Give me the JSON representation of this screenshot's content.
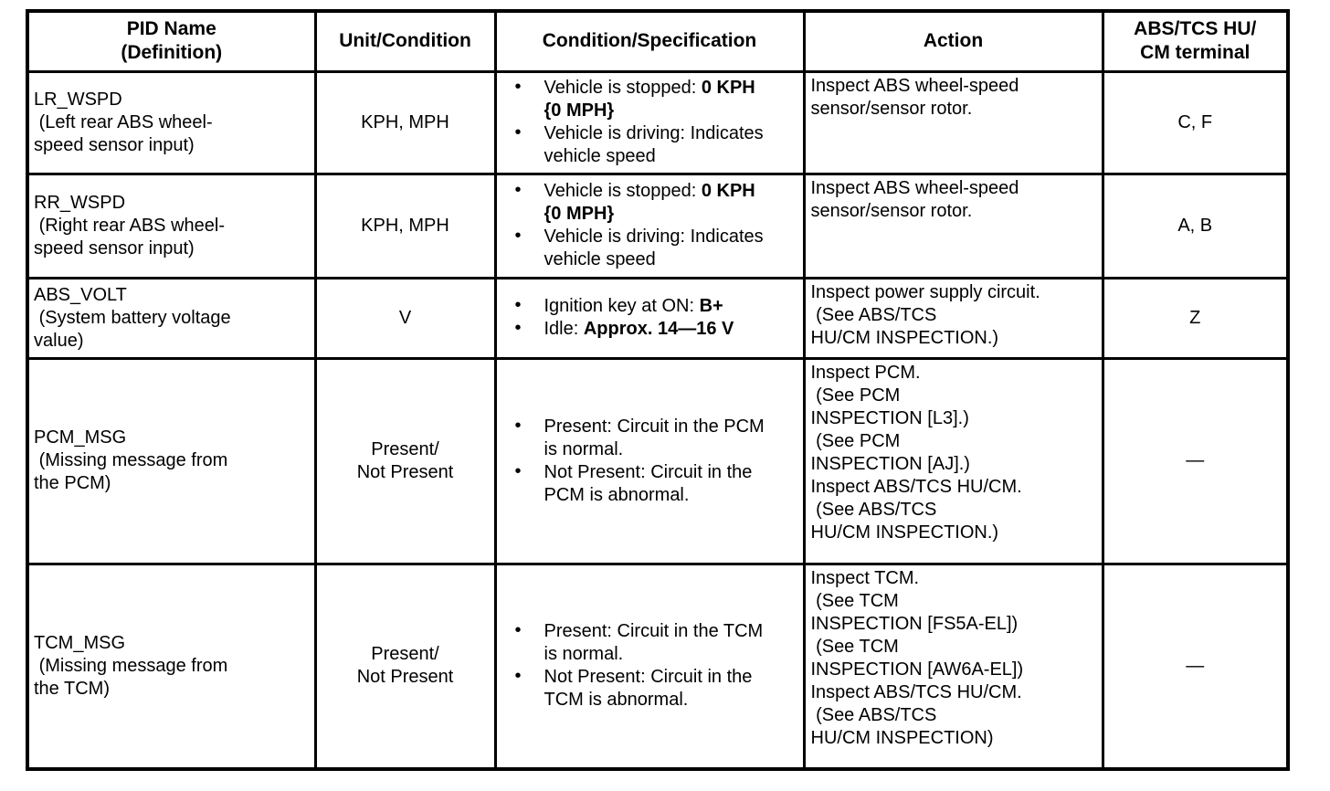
{
  "table": {
    "bullet_glyph": "•",
    "ink_color": "#000000",
    "paper_color": "#ffffff",
    "headers": {
      "pid": "PID Name\n(Definition)",
      "unit": "Unit/Condition",
      "spec": "Condition/Specification",
      "action": "Action",
      "terminal": "ABS/TCS HU/\nCM terminal"
    },
    "rows": [
      {
        "pid": "LR_WSPD\n (Left rear ABS wheel-\nspeed sensor input)",
        "unit": "KPH, MPH",
        "spec_bullets": [
          {
            "text": "Vehicle is stopped: ",
            "bold": "0 KPH\n{0 MPH}"
          },
          {
            "text": "Vehicle is driving: Indicates\nvehicle speed",
            "bold": ""
          }
        ],
        "action": "Inspect ABS wheel-speed\nsensor/sensor rotor.",
        "terminal": "C, F"
      },
      {
        "pid": "RR_WSPD\n (Right rear ABS wheel-\nspeed sensor input)",
        "unit": "KPH, MPH",
        "spec_bullets": [
          {
            "text": "Vehicle is stopped: ",
            "bold": "0 KPH\n{0 MPH}"
          },
          {
            "text": "Vehicle is driving: Indicates\nvehicle speed",
            "bold": ""
          }
        ],
        "action": "Inspect ABS wheel-speed\nsensor/sensor rotor.",
        "terminal": "A, B"
      },
      {
        "pid": "ABS_VOLT\n (System battery voltage\nvalue)",
        "unit": "V",
        "spec_bullets": [
          {
            "text": "Ignition key at ON: ",
            "bold": "B+"
          },
          {
            "text": "Idle: ",
            "bold": "Approx. 14—16 V"
          }
        ],
        "action": "Inspect power supply circuit.\n (See ABS/TCS\nHU/CM INSPECTION.)",
        "terminal": "Z"
      },
      {
        "pid": "PCM_MSG\n (Missing message from\nthe PCM)",
        "unit": "Present/\nNot Present",
        "spec_bullets": [
          {
            "text": "Present: Circuit in the PCM\nis normal.",
            "bold": ""
          },
          {
            "text": "Not Present: Circuit in the\nPCM is abnormal.",
            "bold": ""
          }
        ],
        "action": "Inspect PCM.\n (See PCM\nINSPECTION [L3].)\n (See PCM\nINSPECTION [AJ].)\nInspect ABS/TCS HU/CM.\n (See ABS/TCS\nHU/CM INSPECTION.)",
        "terminal": "—"
      },
      {
        "pid": "TCM_MSG\n (Missing message from\nthe TCM)",
        "unit": "Present/\nNot Present",
        "spec_bullets": [
          {
            "text": "Present: Circuit in the TCM\nis normal.",
            "bold": ""
          },
          {
            "text": "Not Present: Circuit in the\nTCM is abnormal.",
            "bold": ""
          }
        ],
        "action": "Inspect TCM.\n (See TCM\nINSPECTION [FS5A-EL])\n (See TCM\nINSPECTION [AW6A-EL])\nInspect ABS/TCS HU/CM.\n (See ABS/TCS\nHU/CM INSPECTION)",
        "terminal": "—"
      }
    ]
  }
}
